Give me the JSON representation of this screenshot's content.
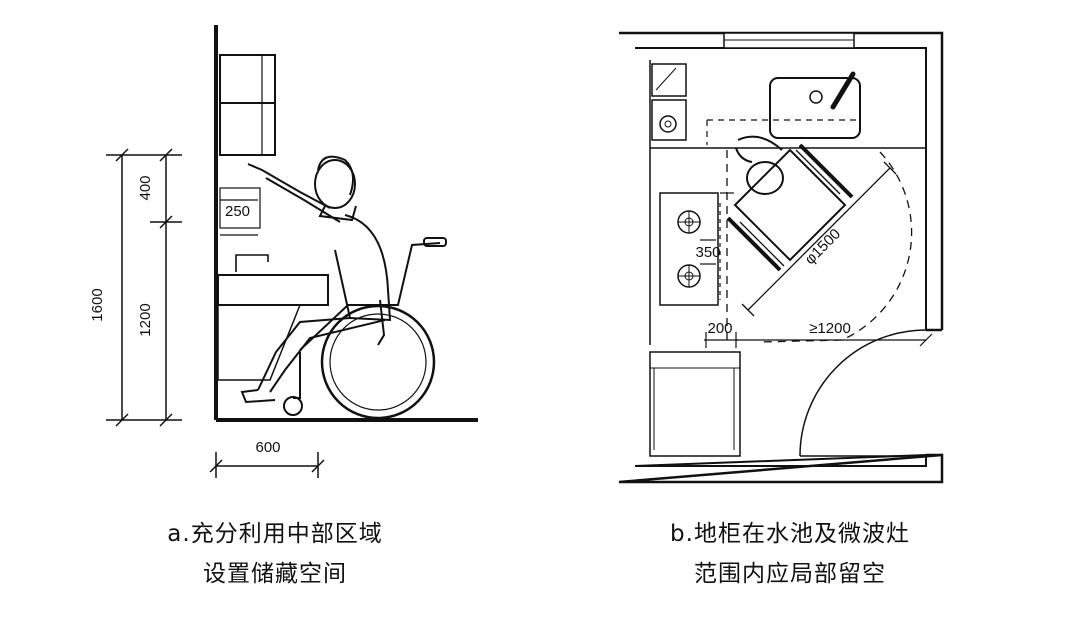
{
  "panel_a": {
    "dims": {
      "total_height": "1600",
      "upper": "400",
      "lower": "1200",
      "shelf_depth": "250",
      "counter_depth": "600"
    },
    "caption_line1": "a.充分利用中部区域",
    "caption_line2": "设置储藏空间"
  },
  "panel_b": {
    "dims": {
      "turning_diameter": "φ1500",
      "gap_350": "350",
      "gap_200": "200",
      "clearance": "≥1200"
    },
    "caption_line1": "b.地柜在水池及微波灶",
    "caption_line2": "范围内应局部留空"
  }
}
